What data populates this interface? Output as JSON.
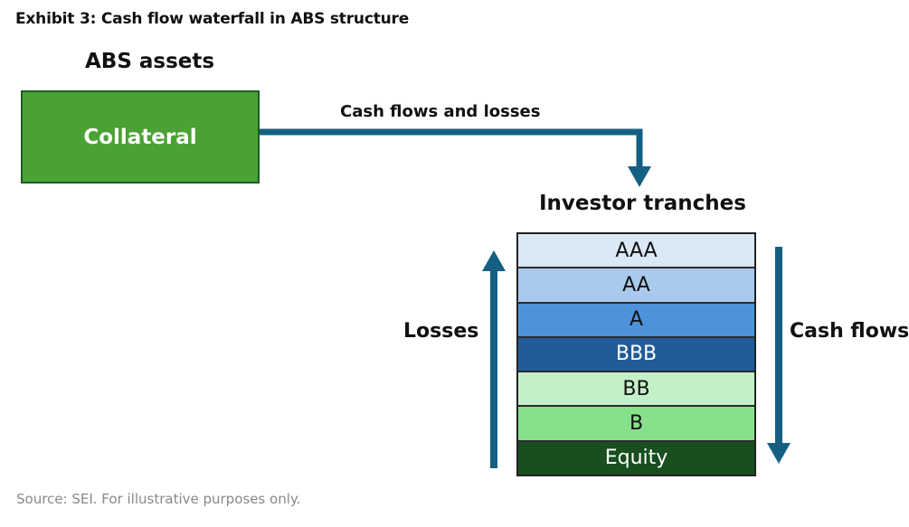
{
  "title": "Exhibit 3: Cash flow waterfall in ABS structure",
  "assets_label": "ABS assets",
  "collateral": {
    "label": "Collateral",
    "color": "#49a233"
  },
  "flow_label": "Cash flows and losses",
  "tranches_label": "Investor tranches",
  "tranches": [
    {
      "label": "AAA",
      "color": "#dbe8f6",
      "text_color": "#111111"
    },
    {
      "label": "AA",
      "color": "#a9caec",
      "text_color": "#111111"
    },
    {
      "label": "A",
      "color": "#4d93d9",
      "text_color": "#111111"
    },
    {
      "label": "BBB",
      "color": "#215c99",
      "text_color": "#ffffff"
    },
    {
      "label": "BB",
      "color": "#c3f0c8",
      "text_color": "#111111"
    },
    {
      "label": "B",
      "color": "#86e08c",
      "text_color": "#111111"
    },
    {
      "label": "Equity",
      "color": "#194e1f",
      "text_color": "#ffffff"
    }
  ],
  "losses_label": "Losses",
  "cashflows_label": "Cash flows",
  "arrow_color": "#156082",
  "source": "Source: SEI. For illustrative purposes only."
}
